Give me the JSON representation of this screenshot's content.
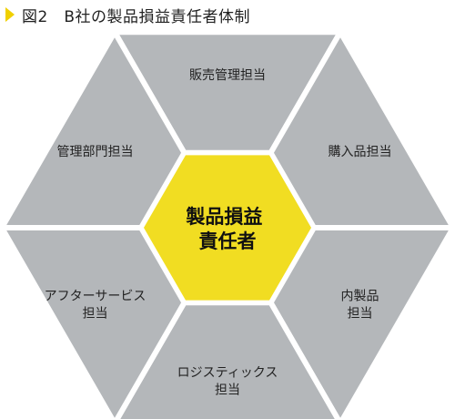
{
  "figure": {
    "title": "図2　B社の製品損益責任者体制"
  },
  "diagram": {
    "center": {
      "lines": [
        "製品損益",
        "責任者"
      ],
      "color": "#f1dd22"
    },
    "segment_color": "#b4b7ba",
    "border_color": "#ffffff",
    "segments": [
      {
        "id": "top",
        "lines": [
          "販売管理担当"
        ]
      },
      {
        "id": "upper-right",
        "lines": [
          "購入品担当"
        ]
      },
      {
        "id": "lower-right",
        "lines": [
          "内製品",
          "担当"
        ]
      },
      {
        "id": "bottom",
        "lines": [
          "ロジスティックス",
          "担当"
        ]
      },
      {
        "id": "lower-left",
        "lines": [
          "アフターサービス",
          "担当"
        ]
      },
      {
        "id": "upper-left",
        "lines": [
          "管理部門担当"
        ]
      }
    ]
  }
}
